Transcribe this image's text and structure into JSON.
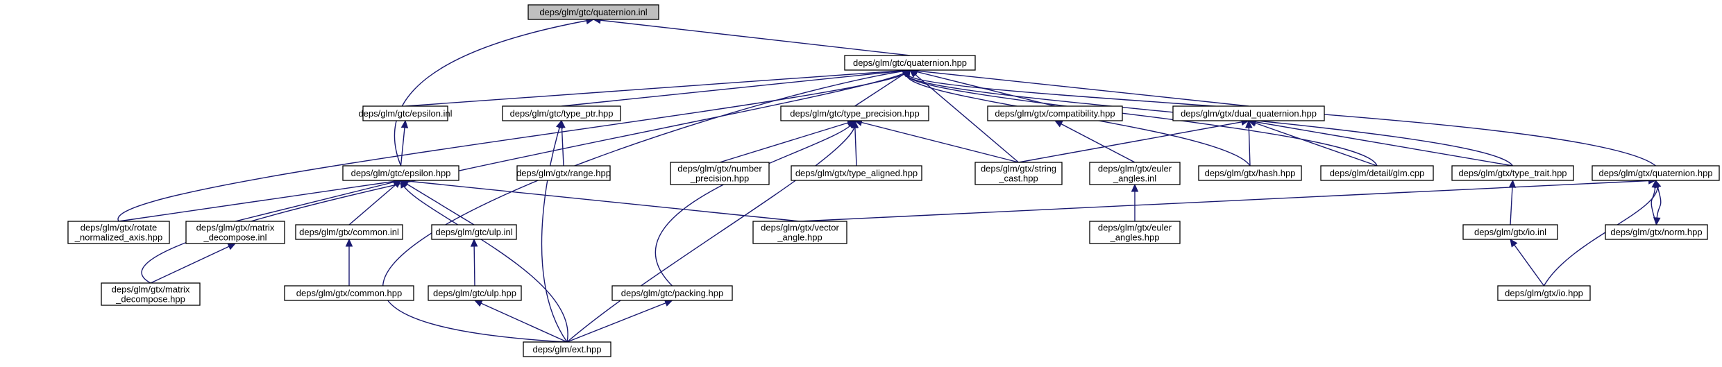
{
  "colors": {
    "edge": "#191970",
    "node_fill": "#ffffff",
    "root_fill": "#bfbfbf",
    "border": "#000000"
  },
  "nodes": {
    "root": [
      "deps/glm/gtc/quaternion.inl"
    ],
    "quat_hpp": [
      "deps/glm/gtc/quaternion.hpp"
    ],
    "eps_inl": [
      "deps/glm/gtc/epsilon.inl"
    ],
    "type_ptr": [
      "deps/glm/gtc/type_ptr.hpp"
    ],
    "type_prec": [
      "deps/glm/gtc/type_precision.hpp"
    ],
    "compat": [
      "deps/glm/gtx/compatibility.hpp"
    ],
    "dual_quat": [
      "deps/glm/gtx/dual_quaternion.hpp"
    ],
    "gtx_quat": [
      "deps/glm/gtx/quaternion.hpp"
    ],
    "eps_hpp": [
      "deps/glm/gtc/epsilon.hpp"
    ],
    "range": [
      "deps/glm/gtx/range.hpp"
    ],
    "num_prec": [
      "deps/glm/gtx/number",
      "_precision.hpp"
    ],
    "type_aligned": [
      "deps/glm/gtx/type_aligned.hpp"
    ],
    "string_cast": [
      "deps/glm/gtx/string",
      "_cast.hpp"
    ],
    "euler_inl": [
      "deps/glm/gtx/euler",
      "_angles.inl"
    ],
    "hash": [
      "deps/glm/gtx/hash.hpp"
    ],
    "glm_cpp": [
      "deps/glm/detail/glm.cpp"
    ],
    "type_trait": [
      "deps/glm/gtx/type_trait.hpp"
    ],
    "rotate": [
      "deps/glm/gtx/rotate",
      "_normalized_axis.hpp"
    ],
    "md_inl": [
      "deps/glm/gtx/matrix",
      "_decompose.inl"
    ],
    "common_inl": [
      "deps/glm/gtx/common.inl"
    ],
    "ulp_inl": [
      "deps/glm/gtc/ulp.inl"
    ],
    "vec_angle": [
      "deps/glm/gtx/vector",
      "_angle.hpp"
    ],
    "euler_hpp": [
      "deps/glm/gtx/euler",
      "_angles.hpp"
    ],
    "io_inl": [
      "deps/glm/gtx/io.inl"
    ],
    "norm": [
      "deps/glm/gtx/norm.hpp"
    ],
    "md_hpp": [
      "deps/glm/gtx/matrix",
      "_decompose.hpp"
    ],
    "common_hpp": [
      "deps/glm/gtx/common.hpp"
    ],
    "ulp_hpp": [
      "deps/glm/gtc/ulp.hpp"
    ],
    "packing": [
      "deps/glm/gtc/packing.hpp"
    ],
    "io_hpp": [
      "deps/glm/gtx/io.hpp"
    ],
    "ext": [
      "deps/glm/ext.hpp"
    ]
  },
  "edges": [
    [
      "quat_hpp",
      "root"
    ],
    [
      "eps_hpp",
      "root"
    ],
    [
      "eps_inl",
      "quat_hpp"
    ],
    [
      "type_ptr",
      "quat_hpp"
    ],
    [
      "type_prec",
      "quat_hpp"
    ],
    [
      "compat",
      "quat_hpp"
    ],
    [
      "dual_quat",
      "quat_hpp"
    ],
    [
      "gtx_quat",
      "quat_hpp"
    ],
    [
      "string_cast",
      "quat_hpp"
    ],
    [
      "hash",
      "quat_hpp"
    ],
    [
      "glm_cpp",
      "quat_hpp"
    ],
    [
      "type_trait",
      "quat_hpp"
    ],
    [
      "rotate",
      "quat_hpp"
    ],
    [
      "md_hpp",
      "quat_hpp"
    ],
    [
      "ext",
      "quat_hpp"
    ],
    [
      "eps_hpp",
      "eps_inl"
    ],
    [
      "range",
      "type_ptr"
    ],
    [
      "ext",
      "type_ptr"
    ],
    [
      "num_prec",
      "type_prec"
    ],
    [
      "type_aligned",
      "type_prec"
    ],
    [
      "string_cast",
      "type_prec"
    ],
    [
      "packing",
      "type_prec"
    ],
    [
      "ext",
      "type_prec"
    ],
    [
      "euler_inl",
      "compat"
    ],
    [
      "string_cast",
      "dual_quat"
    ],
    [
      "hash",
      "dual_quat"
    ],
    [
      "glm_cpp",
      "dual_quat"
    ],
    [
      "type_trait",
      "dual_quat"
    ],
    [
      "vec_angle",
      "gtx_quat"
    ],
    [
      "io_hpp",
      "gtx_quat"
    ],
    [
      "norm",
      "gtx_quat"
    ],
    [
      "gtx_quat",
      "norm"
    ],
    [
      "rotate",
      "eps_hpp"
    ],
    [
      "md_inl",
      "eps_hpp"
    ],
    [
      "common_inl",
      "eps_hpp"
    ],
    [
      "ulp_inl",
      "eps_hpp"
    ],
    [
      "vec_angle",
      "eps_hpp"
    ],
    [
      "ext",
      "eps_hpp"
    ],
    [
      "euler_hpp",
      "euler_inl"
    ],
    [
      "io_inl",
      "type_trait"
    ],
    [
      "md_hpp",
      "md_inl"
    ],
    [
      "common_hpp",
      "common_inl"
    ],
    [
      "ulp_hpp",
      "ulp_inl"
    ],
    [
      "io_hpp",
      "io_inl"
    ],
    [
      "ext",
      "ulp_hpp"
    ],
    [
      "ext",
      "packing"
    ]
  ]
}
